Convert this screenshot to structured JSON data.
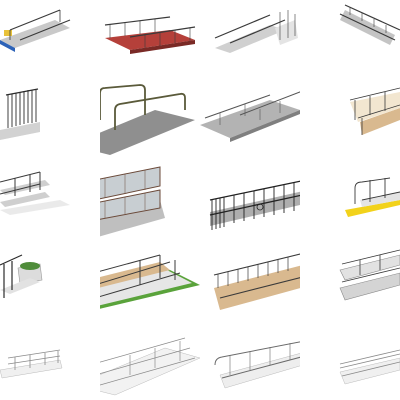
{
  "grid": {
    "rows": 5,
    "columns": 4
  },
  "colors": {
    "rail": "#3a3a3a",
    "rail_light": "#9a9a9a",
    "deck_gray": "#b9b9b9",
    "deck_light": "#e6e6e6",
    "deck_red": "#b5403a",
    "deck_wood": "#d9b98f",
    "grass": "#5aa33b",
    "tactile_yellow": "#f2d21b",
    "blue_accent": "#2d63b8",
    "glass": "#c8ced2"
  },
  "tiles": [
    {
      "name": "ramp-gray-blue-edge"
    },
    {
      "name": "ramp-red-deck"
    },
    {
      "name": "ramp-switchback-landing"
    },
    {
      "name": "ramp-long-gray"
    },
    {
      "name": "ramp-black-fence-stairs"
    },
    {
      "name": "ramp-double-handrail-dark"
    },
    {
      "name": "ramp-gray-platform-rails"
    },
    {
      "name": "ramp-wood-deck-frame"
    },
    {
      "name": "ramp-switchback-shadow"
    },
    {
      "name": "ramp-mesh-panel-switchback"
    },
    {
      "name": "ramp-black-bar-long"
    },
    {
      "name": "ramp-yellow-tactile"
    },
    {
      "name": "ramp-planter-stair"
    },
    {
      "name": "ramp-grass-switchback"
    },
    {
      "name": "ramp-wood-bridge"
    },
    {
      "name": "ramp-concrete-switchback"
    },
    {
      "name": "ramp-white-small"
    },
    {
      "name": "ramp-white-multi-level"
    },
    {
      "name": "ramp-white-long-rail"
    },
    {
      "name": "ramp-white-parallel"
    }
  ]
}
